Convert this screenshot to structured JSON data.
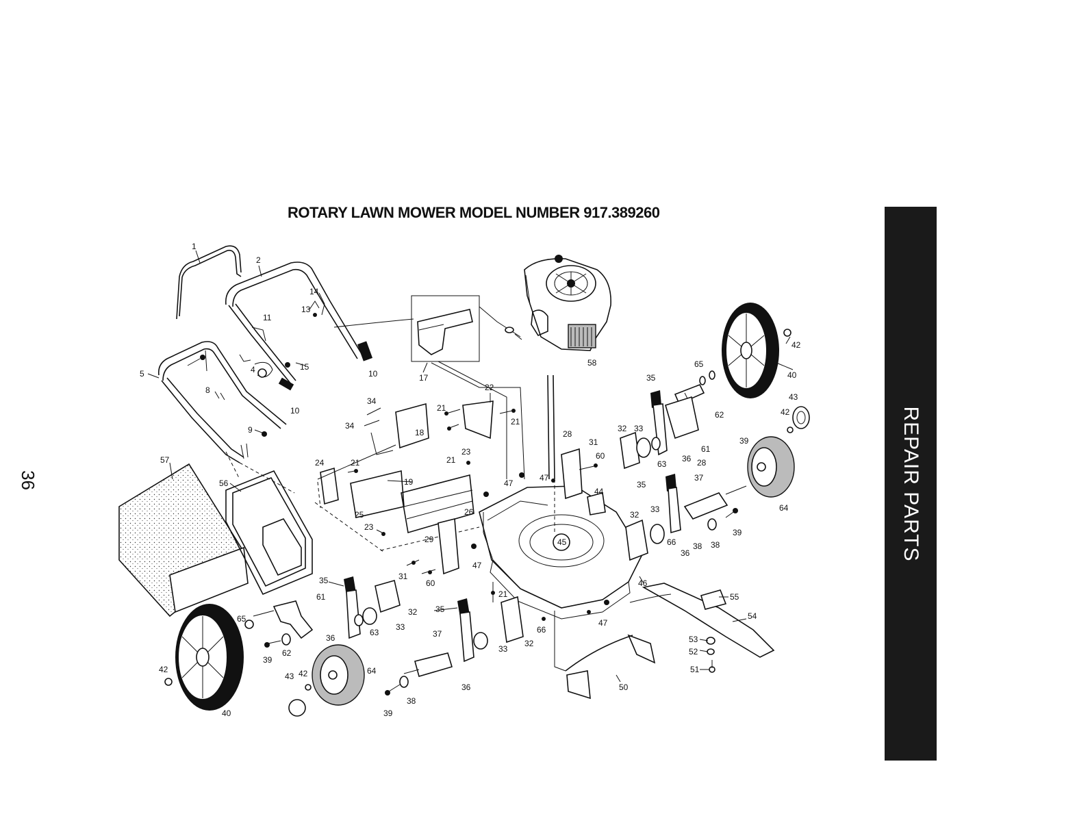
{
  "title": "ROTARY LAWN MOWER MODEL NUMBER 917.389260",
  "page_number": "36",
  "side_tab": "REPAIR PARTS",
  "callouts": {
    "c1": "1",
    "c2": "2",
    "c4": "4",
    "c5": "5",
    "c8": "8",
    "c9": "9",
    "c10a": "10",
    "c10b": "10",
    "c11": "11",
    "c13": "13",
    "c14": "14",
    "c15": "15",
    "c17": "17",
    "c18": "18",
    "c19": "19",
    "c21a": "21",
    "c21b": "21",
    "c21c": "21",
    "c21d": "21",
    "c21e": "21",
    "c22": "22",
    "c23a": "23",
    "c23b": "23",
    "c24": "24",
    "c25": "25",
    "c26": "26",
    "c28a": "28",
    "c28b": "28",
    "c29": "29",
    "c31a": "31",
    "c31b": "31",
    "c32a": "32",
    "c32b": "32",
    "c32c": "32",
    "c32d": "32",
    "c33a": "33",
    "c33b": "33",
    "c33c": "33",
    "c33d": "33",
    "c34a": "34",
    "c34b": "34",
    "c35a": "35",
    "c35b": "35",
    "c35c": "35",
    "c35d": "35",
    "c36a": "36",
    "c36b": "36",
    "c36c": "36",
    "c36d": "36",
    "c37a": "37",
    "c37b": "37",
    "c38a": "38",
    "c38b": "38",
    "c38c": "38",
    "c39a": "39",
    "c39b": "39",
    "c39c": "39",
    "c39d": "39",
    "c40a": "40",
    "c40b": "40",
    "c42a": "42",
    "c42b": "42",
    "c42c": "42",
    "c42d": "42",
    "c43a": "43",
    "c43b": "43",
    "c44": "44",
    "c45": "45",
    "c46": "46",
    "c47a": "47",
    "c47b": "47",
    "c47c": "47",
    "c47d": "47",
    "c50": "50",
    "c51": "51",
    "c52": "52",
    "c53": "53",
    "c54": "54",
    "c55": "55",
    "c56": "56",
    "c57": "57",
    "c58": "58",
    "c60a": "60",
    "c60b": "60",
    "c61a": "61",
    "c61b": "61",
    "c62a": "62",
    "c62b": "62",
    "c63a": "63",
    "c63b": "63",
    "c64a": "64",
    "c64b": "64",
    "c65a": "65",
    "c65b": "65",
    "c66a": "66",
    "c66b": "66"
  }
}
